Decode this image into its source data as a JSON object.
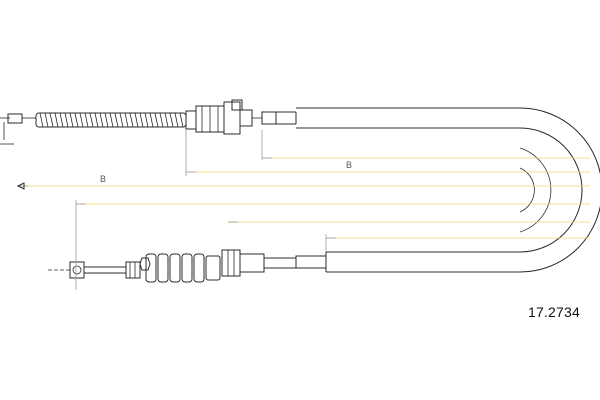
{
  "part_number": "17.2734",
  "dimension_labels": {
    "upper": "B",
    "lower": "B"
  },
  "colors": {
    "line": "#2b2b2b",
    "dimension_line": "#9a9a9a",
    "dimension_highlight": "#f0d86a"
  }
}
